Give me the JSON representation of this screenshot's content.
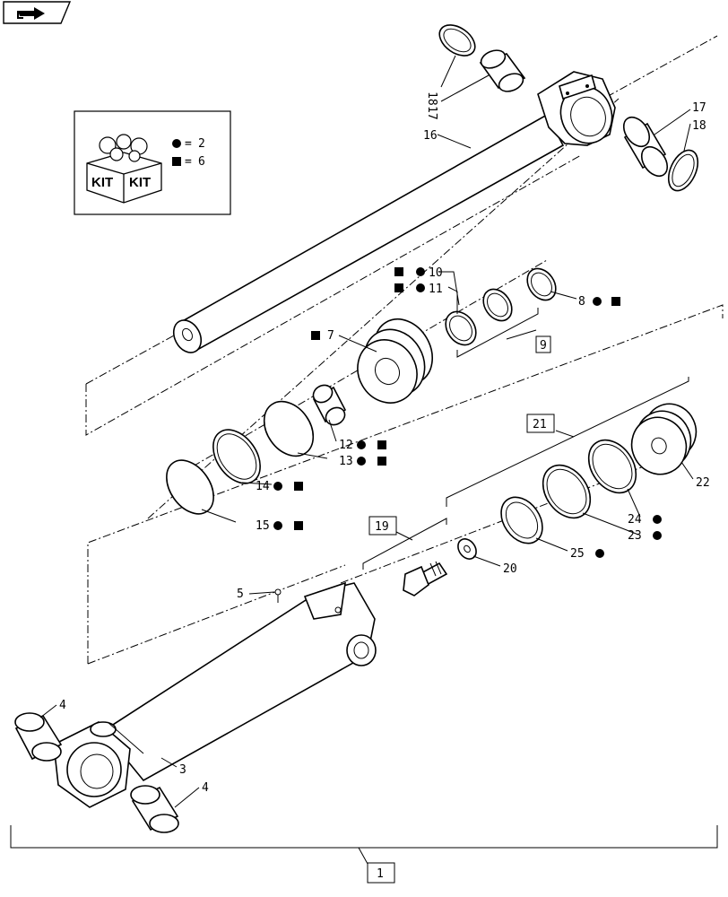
{
  "kit_legend": {
    "kit_word": "KIT",
    "circle_value": "2",
    "square_value": "6",
    "equals": "="
  },
  "callouts": {
    "c1": "1",
    "c3": "3",
    "c4a": "4",
    "c4b": "4",
    "c5": "5",
    "c7": "7",
    "c8": "8",
    "c9": "9",
    "c10": "10",
    "c11": "11",
    "c12": "12",
    "c13": "13",
    "c14": "14",
    "c15": "15",
    "c16": "16",
    "c17a": "17",
    "c17b": "17",
    "c18a": "18",
    "c18b": "18",
    "c19": "19",
    "c20": "20",
    "c21": "21",
    "c22": "22",
    "c23": "23",
    "c24": "24",
    "c25": "25"
  },
  "colors": {
    "line": "#000000",
    "background": "#ffffff"
  }
}
